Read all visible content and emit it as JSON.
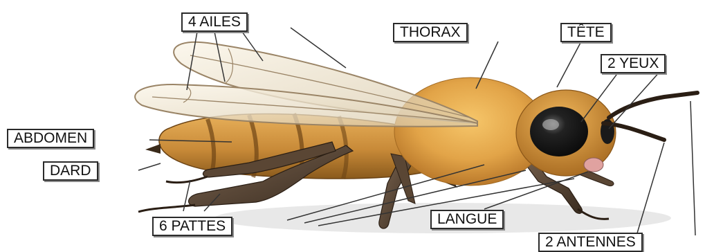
{
  "labels": {
    "wings": "4 AILES",
    "thorax": "THORAX",
    "head": "TÊTE",
    "eyes": "2 YEUX",
    "abdomen": "ABDOMEN",
    "stinger": "DARD",
    "legs": "6 PATTES",
    "tongue": "LANGUE",
    "antennae": "2 ANTENNES"
  },
  "colors": {
    "body_gold": "#d9a040",
    "body_dark": "#8a5a1c",
    "leg_dark": "#4a3a2c",
    "eye_dark": "#151515",
    "wing_tint": "#e8dcc4",
    "leader_line": "#333333"
  }
}
